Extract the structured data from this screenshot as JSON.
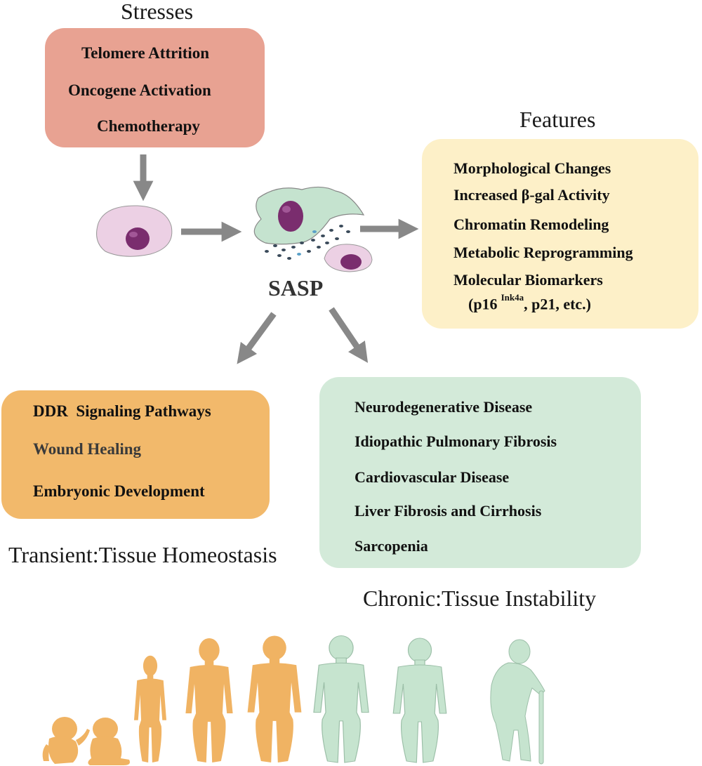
{
  "stresses": {
    "heading": "Stresses",
    "items": [
      "Telomere Attrition",
      "Oncogene Activation",
      "Chemotherapy"
    ]
  },
  "features": {
    "heading": "Features",
    "items": [
      "Morphological Changes",
      "Increased β-gal Activity",
      "Chromatin Remodeling",
      "Metabolic Reprogramming",
      "Molecular Biomarkers"
    ],
    "biomarker_detail": {
      "prefix": "(p16",
      "superscript": "Ink4a",
      "suffix": ", p21, etc.)"
    }
  },
  "center": {
    "label": "SASP"
  },
  "transient": {
    "heading": "Transient:Tissue Homeostasis",
    "items": [
      "DDR  Signaling Pathways",
      "Wound Healing",
      "Embryonic Development"
    ]
  },
  "chronic": {
    "heading": "Chronic:Tissue Instability",
    "items": [
      "Neurodegenerative Disease",
      "Idiopathic Pulmonary Fibrosis",
      "Cardiovascular Disease",
      "Liver Fibrosis and Cirrhosis",
      "Sarcopenia"
    ]
  },
  "colors": {
    "stresses_box": "#e8a292",
    "features_box": "#fdf0c8",
    "transient_box": "#f2b96b",
    "chronic_box": "#d3ead9",
    "arrow": "#888888",
    "young_figure": "#f0b363",
    "old_figure": "#c6e4cf",
    "cell_body": "#ecd0e4",
    "nucleus": "#7a2d6e",
    "senescent_cell": "#c5e3cf"
  },
  "life_stages": [
    {
      "stage": "infant",
      "tone": "young"
    },
    {
      "stage": "toddler",
      "tone": "young"
    },
    {
      "stage": "child",
      "tone": "young"
    },
    {
      "stage": "young-adult",
      "tone": "young"
    },
    {
      "stage": "adult",
      "tone": "young"
    },
    {
      "stage": "middle-aged",
      "tone": "old"
    },
    {
      "stage": "older-adult",
      "tone": "old"
    },
    {
      "stage": "elderly-with-cane",
      "tone": "old"
    }
  ]
}
